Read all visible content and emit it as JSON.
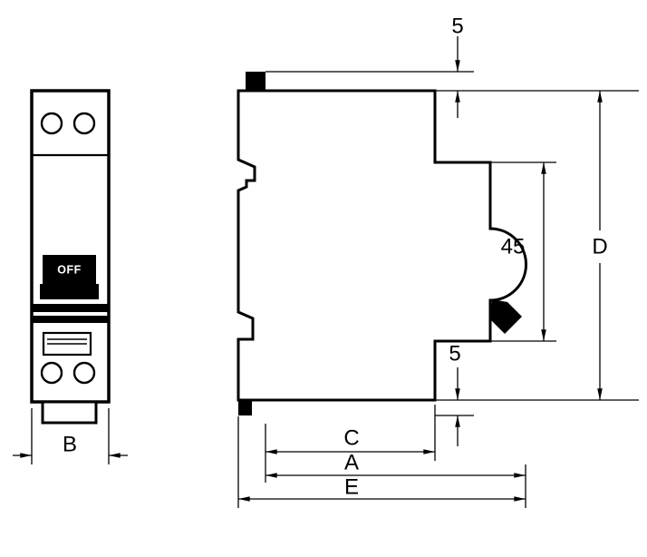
{
  "labels": {
    "switch_off": "OFF",
    "front_width": "B",
    "top_clip_offset": "5",
    "bottom_clip_offset": "5",
    "front_face_height": "45",
    "overall_height": "D",
    "body_depth": "C",
    "depth_over_toggle": "A",
    "overall_depth": "E"
  },
  "colors": {
    "line": "#000000",
    "background": "#ffffff",
    "switch_fill": "#000000",
    "switch_text": "#ffffff"
  }
}
